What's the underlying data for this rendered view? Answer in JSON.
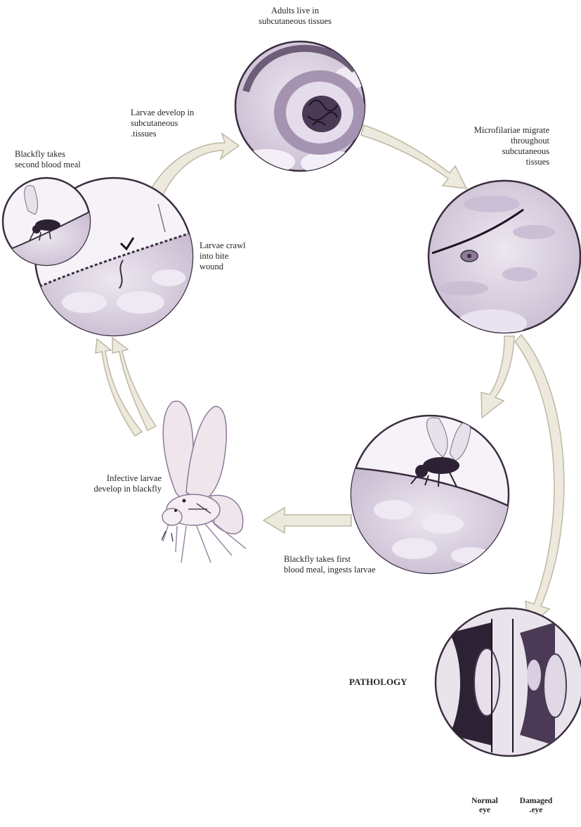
{
  "labels": {
    "adults": "Adults live in\nsubcutaneous tissues",
    "microfilariae": "Microfilariae migrate\nthroughout\nsubcutaneous\ntissues",
    "larvae_develop": "Larvae develop in\nsubcutaneous\n.tissues",
    "blackfly_second": "Blackfly takes\nsecond blood meal",
    "larvae_crawl": "Larvae crawl\ninto bite\nwound",
    "infective_larvae": "Infective larvae\ndevelop in blackfly",
    "blackfly_first": "Blackfly takes first\nblood meal, ingests larvae",
    "pathology": "PATHOLOGY",
    "normal_eye": "Normal\neye",
    "damaged_eye": "Damaged\n.eye"
  },
  "colors": {
    "arrow_fill": "#ede9dc",
    "arrow_stroke": "#bdb8a4",
    "tissue": "#d8cfe0",
    "ink": "#3a2d3f",
    "text": "#2a2326"
  }
}
